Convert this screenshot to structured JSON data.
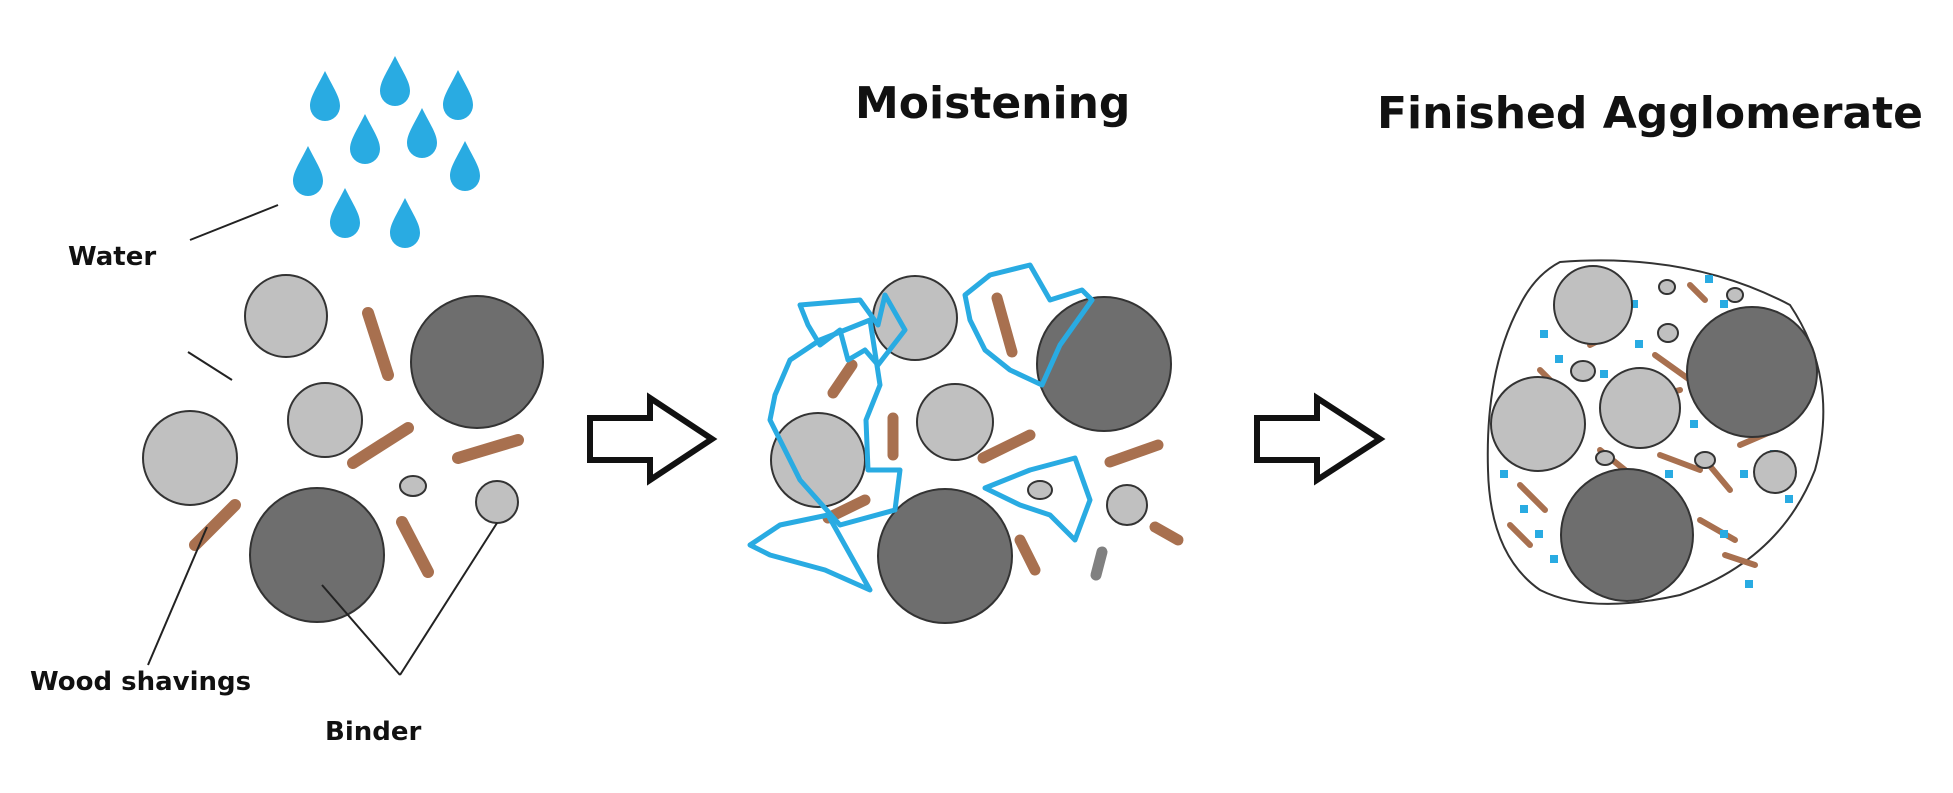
{
  "labels": {
    "water": "Water",
    "wood_shavings": "Wood shavings",
    "binder": "Binder",
    "moistening": "Moistening",
    "finished": "Finished Agglomerate"
  },
  "colors": {
    "water": "#29abe2",
    "light_particle": "#c0c0c0",
    "dark_particle": "#6e6e6e",
    "wood": "#a8704f",
    "outline": "#333333"
  },
  "icons": [
    "water-drop-icon",
    "right-arrow-icon"
  ]
}
